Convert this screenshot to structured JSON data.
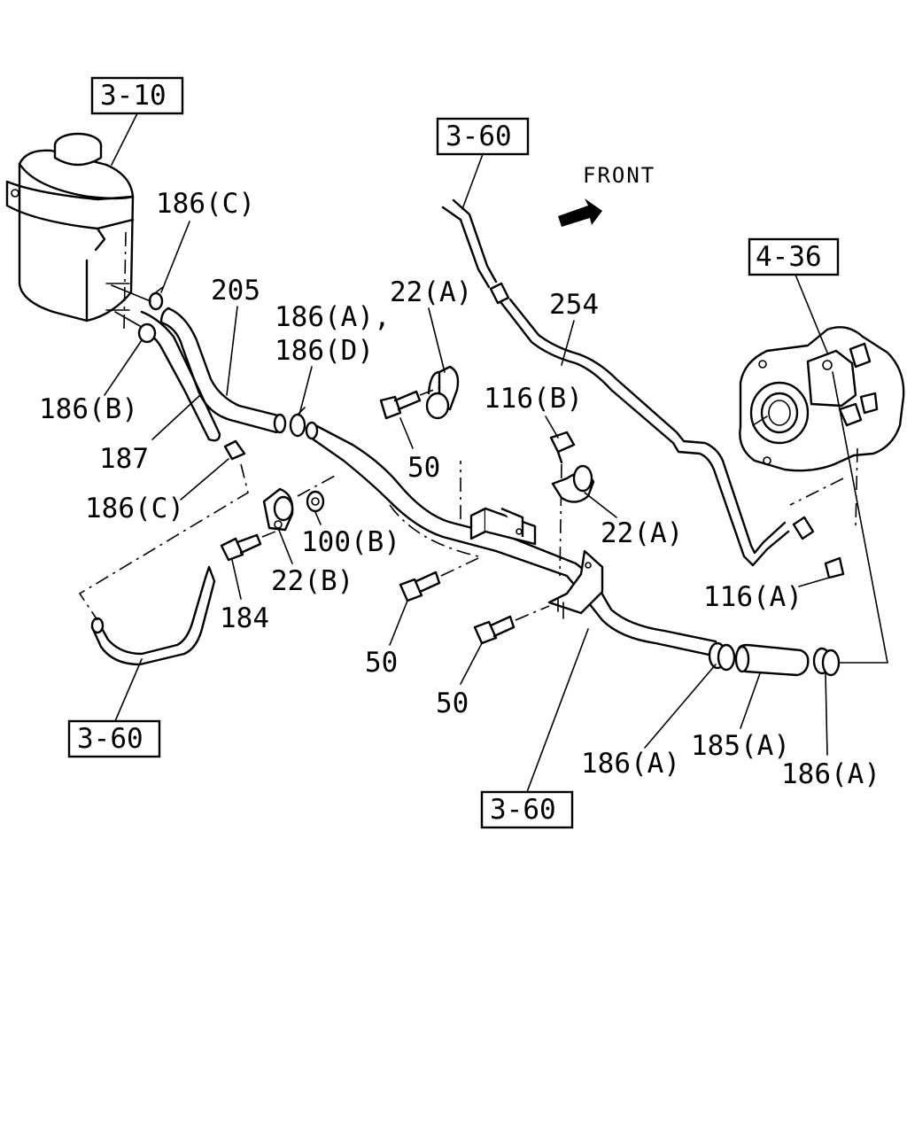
{
  "front_label": "FRONT",
  "refs": {
    "r310": "3-10",
    "r360_top": "3-60",
    "r436": "4-36",
    "r360_left": "3-60",
    "r360_bottom": "3-60"
  },
  "parts": {
    "p186c_top": "186(C)",
    "p205": "205",
    "p186a_186d_1": "186(A),",
    "p186a_186d_2": "186(D)",
    "p22a_top": "22(A)",
    "p254": "254",
    "p186b": "186(B)",
    "p187": "187",
    "p116b": "116(B)",
    "p50_a": "50",
    "p186c_mid": "186(C)",
    "p22a_mid": "22(A)",
    "p100b": "100(B)",
    "p22b": "22(B)",
    "p116a": "116(A)",
    "p184": "184",
    "p50_b": "50",
    "p50_c": "50",
    "p186a_l": "186(A)",
    "p185a": "185(A)",
    "p186a_r": "186(A)"
  }
}
